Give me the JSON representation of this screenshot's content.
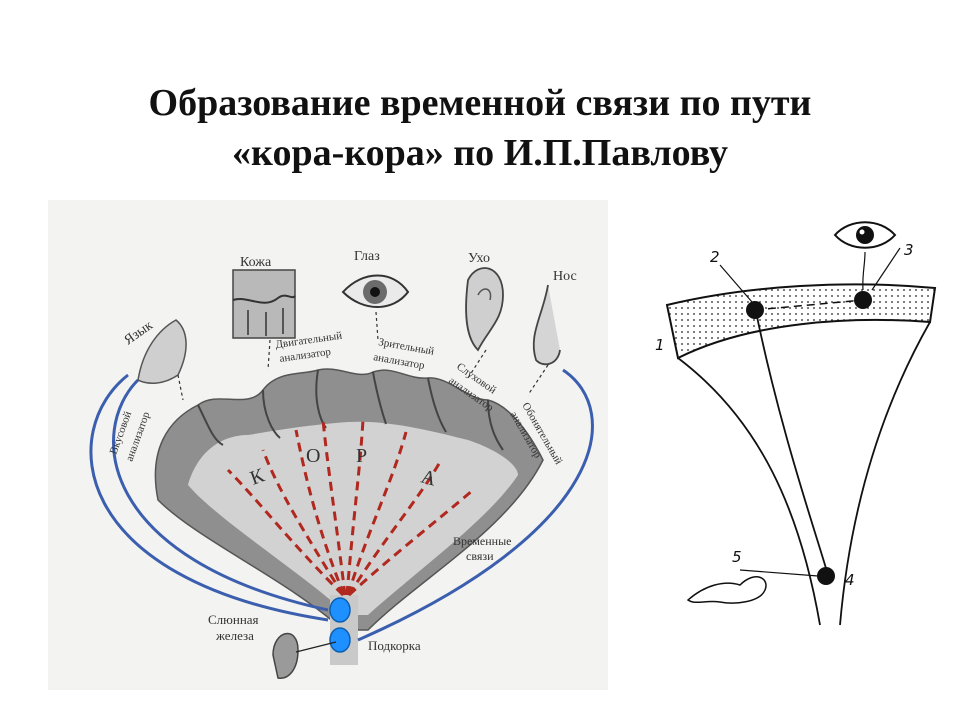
{
  "slide": {
    "title_line1": "Образование временной связи по пути",
    "title_line2": "«кора-кора» по И.П.Павлову"
  },
  "left_figure": {
    "organs": {
      "tongue": "Язык",
      "skin": "Кожа",
      "eye": "Глаз",
      "ear": "Ухо",
      "nose": "Нос"
    },
    "analyzers": {
      "taste": [
        "Вкусовой",
        "анализатор"
      ],
      "motor": [
        "Двигательный",
        "анализатор"
      ],
      "visual": [
        "Зрительный",
        "анализатор"
      ],
      "auditory": [
        "Слуховой",
        "анализатор"
      ],
      "olfactory": [
        "Обонятельный",
        "анализатор"
      ]
    },
    "cortex_letters": [
      "К",
      "О",
      "Р",
      "А"
    ],
    "temporary_links": [
      "Временные",
      "связи"
    ],
    "salivary_gland": [
      "Слюнная",
      "железа"
    ],
    "subcortex": "Подкорка",
    "colors": {
      "cortex": "#8f8f8f",
      "cortex_light": "#d2d2d2",
      "paths": "#b0281e",
      "links": "#3b5fae",
      "nuclei": "#1e90ff"
    }
  },
  "right_figure": {
    "labels": [
      "1",
      "2",
      "3",
      "4",
      "5"
    ]
  }
}
